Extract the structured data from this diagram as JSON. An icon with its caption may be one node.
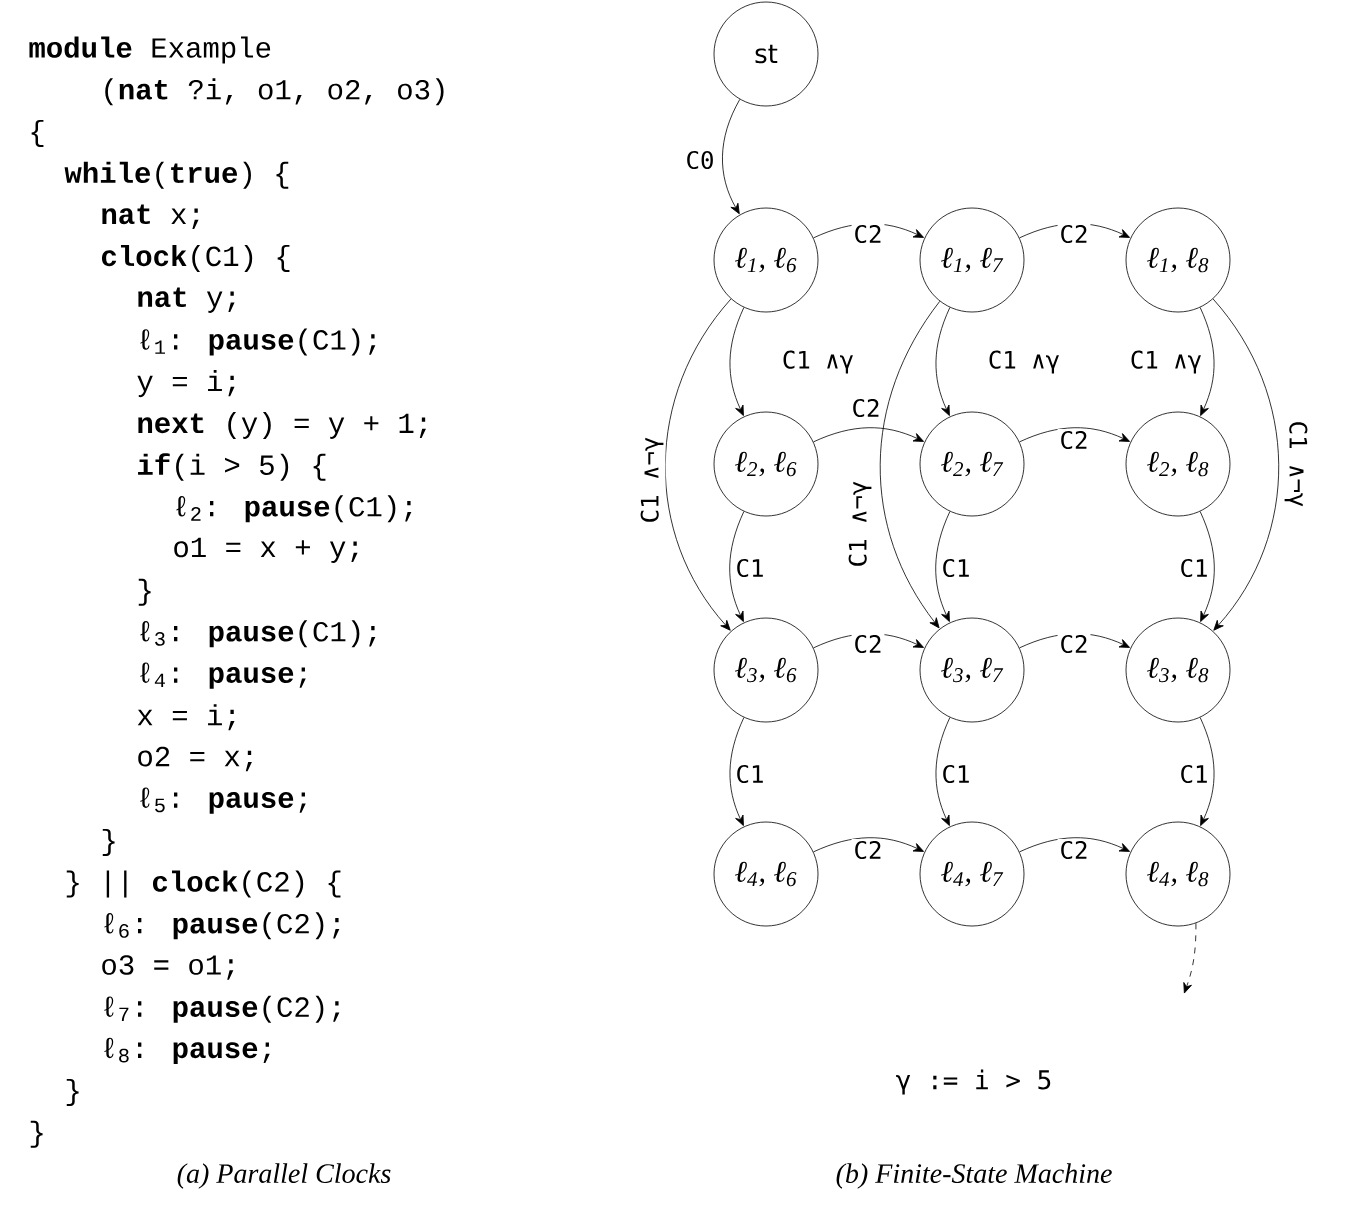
{
  "diagram": {
    "nodes": [
      {
        "text": [
          "st"
        ]
      },
      {
        "text": [
          "ℓ$_{1}$, ℓ$_{6}$"
        ]
      },
      {
        "text": [
          "ℓ$_{1}$, ℓ$_{7}$"
        ]
      },
      {
        "text": [
          "ℓ$_{1}$, ℓ$_{8}$"
        ]
      },
      {
        "text": [
          "ℓ$_{2}$, ℓ$_{6}$"
        ]
      },
      {
        "text": [
          "ℓ$_{2}$, ℓ$_{7}$"
        ]
      },
      {
        "text": [
          "ℓ$_{2}$, ℓ$_{8}$"
        ]
      },
      {
        "text": [
          "ℓ$_{3}$, ℓ$_{6}$"
        ]
      },
      {
        "text": [
          "ℓ$_{3}$, ℓ$_{7}$"
        ]
      },
      {
        "text": [
          "ℓ$_{3}$, ℓ$_{8}$"
        ]
      },
      {
        "text": [
          "ℓ$_{4}$, ℓ$_{6}$"
        ]
      },
      {
        "text": [
          "ℓ$_{4}$, ℓ$_{7}$"
        ]
      },
      {
        "text": [
          "ℓ$_{4}$, ℓ$_{8}$"
        ]
      }
    ],
    "edges": [
      {
        "from": 0,
        "to": 1,
        "arrow": "to",
        "label": "C0"
      },
      {
        "from": 1,
        "to": 2,
        "arrow": "to",
        "label": "C2"
      },
      {
        "from": 2,
        "to": 3,
        "arrow": "to",
        "label": "C2"
      },
      {
        "from": 1,
        "to": 4,
        "arrow": "to",
        "label": "C1 ∧γ"
      },
      {
        "from": 2,
        "to": 5,
        "arrow": "to",
        "label": "C1 ∧γ"
      },
      {
        "from": 3,
        "to": 6,
        "arrow": "to",
        "label": "C1 ∧γ"
      },
      {
        "from": 1,
        "to": 7,
        "arrow": "to",
        "label": "C1 ∧¬γ"
      },
      {
        "from": 2,
        "to": 8,
        "arrow": "to",
        "label": "C1 ∧¬γ"
      },
      {
        "from": 3,
        "to": 9,
        "arrow": "to",
        "label": "C1 ∧¬γ"
      },
      {
        "from": 4,
        "to": 5,
        "arrow": "to",
        "label": "C2"
      },
      {
        "from": 5,
        "to": 6,
        "arrow": "to",
        "label": "C2"
      },
      {
        "from": 4,
        "to": 7,
        "arrow": "to",
        "label": "C1"
      },
      {
        "from": 5,
        "to": 8,
        "arrow": "to",
        "label": "C1"
      },
      {
        "from": 6,
        "to": 9,
        "arrow": "to",
        "label": "C1"
      },
      {
        "from": 7,
        "to": 8,
        "arrow": "to",
        "label": "C2"
      },
      {
        "from": 8,
        "to": 9,
        "arrow": "to",
        "label": "C2"
      },
      {
        "from": 7,
        "to": 10,
        "arrow": "to",
        "label": "C1"
      },
      {
        "from": 8,
        "to": 11,
        "arrow": "to",
        "label": "C1"
      },
      {
        "from": 9,
        "to": 12,
        "arrow": "to",
        "label": "C1"
      },
      {
        "from": 10,
        "to": 11,
        "arrow": "to",
        "label": "C2"
      },
      {
        "from": 11,
        "to": 12,
        "arrow": "to",
        "label": "C2"
      },
      {
        "from": 12,
        "to": null,
        "arrow": "to",
        "style": "dashed"
      }
    ],
    "labels": [
      "**module** Example",
      "(**nat** ?i, o1, o2, o3)",
      "{",
      "**while**(**true**) {",
      "**nat** x;",
      "**clock**(C1) {",
      "**nat** y;",
      "ℓ$_{1}$: **pause**(C1);",
      "y = i;",
      "**next** (y) = y + 1;",
      "**if**(i > 5) {",
      "ℓ$_{2}$: **pause**(C1);",
      "o1 = x + y;",
      "}",
      "ℓ$_{3}$: **pause**(C1);",
      "ℓ$_{4}$: **pause**;",
      "x = i;",
      "o2 = x;",
      "ℓ$_{5}$: **pause**;",
      "}",
      "} || **clock**(C2) {",
      "ℓ$_{6}$: **pause**(C2);",
      "o3 = o1;",
      "ℓ$_{7}$: **pause**(C2);",
      "ℓ$_{8}$: **pause**;",
      "}",
      "}",
      "γ := i > 5",
      "(a) Parallel Clocks",
      "(b) Finite-State Machine"
    ]
  }
}
